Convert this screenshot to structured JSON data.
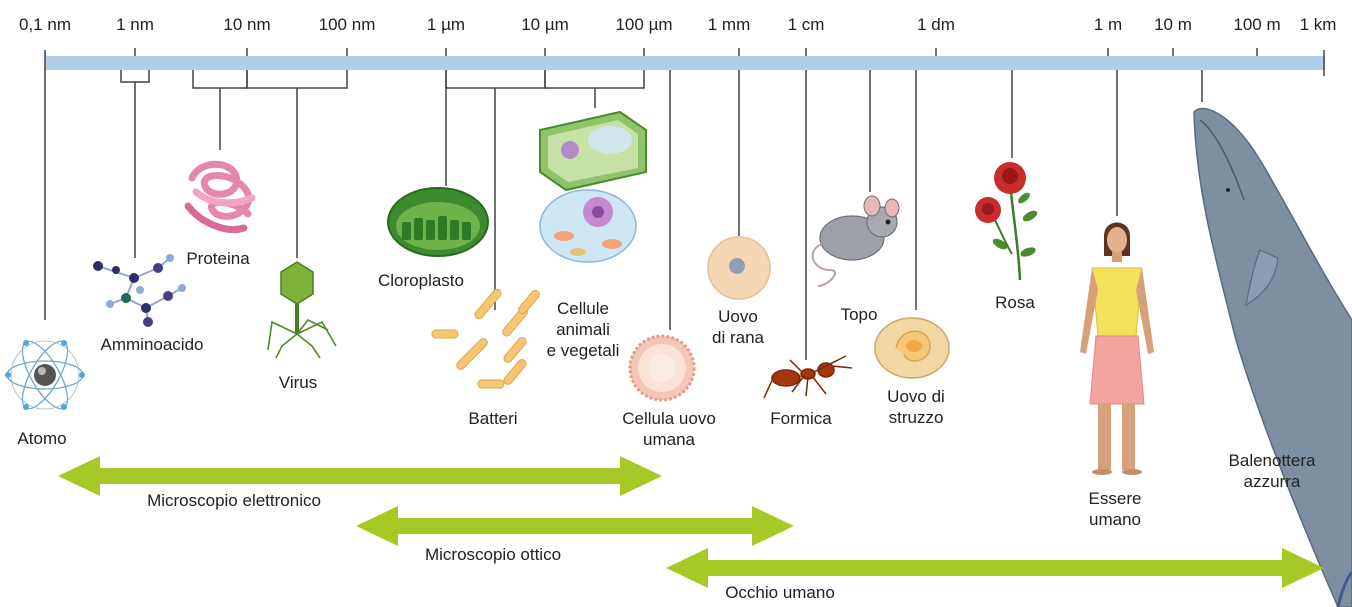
{
  "scale_ticks": [
    "0,1 nm",
    "1 nm",
    "10 nm",
    "100 nm",
    "1 µm",
    "10 µm",
    "100 µm",
    "1 mm",
    "1 cm",
    "1 dm",
    "1 m",
    "10 m",
    "100 m",
    "1 km"
  ],
  "items": {
    "atomo": "Atomo",
    "amminoacido": "Amminoacido",
    "proteina": "Proteina",
    "virus": "Virus",
    "cloroplasto": "Cloroplasto",
    "batteri": "Batteri",
    "cellule": "Cellule\nanimali\ne vegetali",
    "cellula_uovo": "Cellula uovo\numana",
    "uovo_rana": "Uovo\ndi rana",
    "formica": "Formica",
    "topo": "Topo",
    "uovo_struzzo": "Uovo di\nstruzzo",
    "rosa": "Rosa",
    "essere_umano": "Essere\numano",
    "balenottera": "Balenottera\nazzurra"
  },
  "ranges": {
    "microscopio_elettronico": "Microscopio elettronico",
    "microscopio_ottico": "Microscopio ottico",
    "occhio_umano": "Occhio umano"
  },
  "colors": {
    "scale_bar": "#b3cce8",
    "arrow": "#a6c926",
    "line": "#444444"
  }
}
